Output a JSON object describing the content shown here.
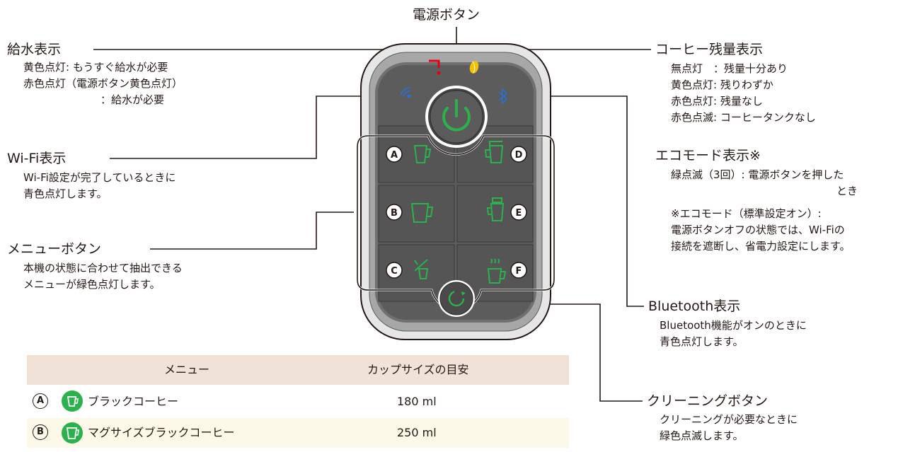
{
  "power_button": {
    "title": "電源ボタン"
  },
  "water": {
    "title": "給水表示",
    "lines": [
      "黄色点灯: もうすぐ給水が必要",
      "赤色点灯（電源ボタン黄色点灯）",
      "：給水が必要"
    ]
  },
  "wifi": {
    "title": "Wi-Fi表示",
    "lines": [
      "Wi-Fi設定が完了しているときに",
      "青色点灯します。"
    ]
  },
  "menu_button": {
    "title": "メニューボタン",
    "lines": [
      "本機の状態に合わせて抽出できる",
      "メニューが緑色点灯します。"
    ]
  },
  "coffee": {
    "title": "コーヒー残量表示",
    "lines": [
      "無点灯　：残量十分あり",
      "黄色点灯: 残りわずか",
      "赤色点灯: 残量なし",
      "赤色点滅: コーヒータンクなし"
    ]
  },
  "eco": {
    "title": "エコモード表示※",
    "lines": [
      "緑点滅（3回）: 電源ボタンを押した",
      "とき"
    ],
    "note_lines": [
      "※エコモード（標準設定オン）:",
      "電源ボタンオフの状態では、Wi-Fiの",
      "接続を遮断し、省電力設定にします。"
    ]
  },
  "bluetooth": {
    "title": "Bluetooth表示",
    "lines": [
      "Bluetooth機能がオンのときに",
      "青色点灯します。"
    ]
  },
  "cleaning": {
    "title": "クリーニングボタン",
    "lines": [
      "クリーニングが必要なときに",
      "緑色点滅します。"
    ]
  },
  "button_letters": [
    "A",
    "B",
    "C",
    "D",
    "E",
    "F"
  ],
  "table": {
    "headers": [
      "メニュー",
      "カップサイズの目安"
    ],
    "rows": [
      {
        "letter": "A",
        "name": "ブラックコーヒー",
        "size": "180 ml"
      },
      {
        "letter": "B",
        "name": "マグサイズブラックコーヒー",
        "size": "250 ml"
      }
    ]
  },
  "colors": {
    "green": "#2bb24c",
    "blue": "#2f6fc4",
    "red": "#e60012",
    "yellow": "#f2c200",
    "panel": "#5a5a5a",
    "table_header": "#f1e2d8",
    "table_row": "#fdf9e8"
  }
}
